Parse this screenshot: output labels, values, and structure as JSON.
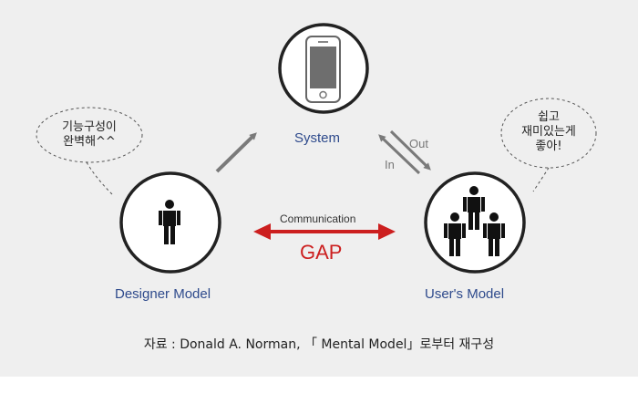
{
  "nodes": {
    "system": "System",
    "designer": "Designer Model",
    "users": "User's Model"
  },
  "bubbles": {
    "designer": [
      "기능구성이",
      "완벽해^^"
    ],
    "users": [
      "쉽고",
      "재미있는게",
      "좋아!"
    ]
  },
  "flows": {
    "out": "Out",
    "in": "In",
    "communication": "Communication",
    "gap": "GAP"
  },
  "source": "자료 : Donald A. Norman, 「 Mental Model」로부터 재구성",
  "colors": {
    "panel": "#efefef",
    "circle": "#222222",
    "node_label": "#2e4a8c",
    "gap": "#cc1f1f",
    "arrow_gray": "#7a7a7a"
  },
  "icons": {
    "system": "smartphone-icon",
    "designer": "person-icon",
    "users": "group-icon"
  }
}
